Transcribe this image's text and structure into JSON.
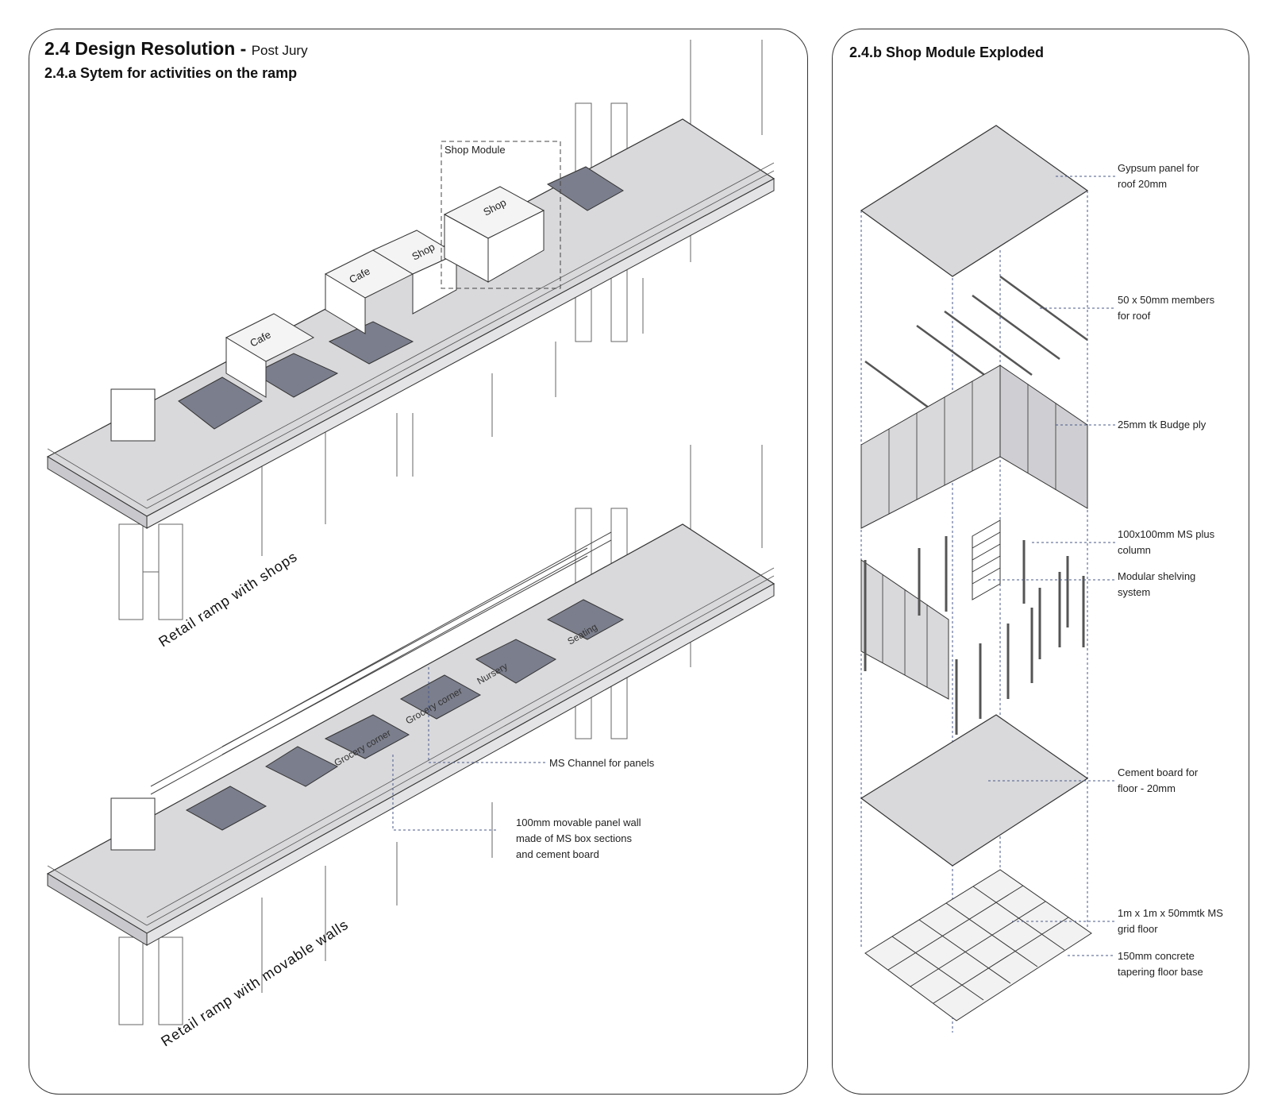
{
  "left_panel": {
    "title": "2.4 Design Resolution -",
    "title_suffix": "Post Jury",
    "subtitle": "2.4.a Sytem for activities on the ramp",
    "top_ramp": {
      "caption": "Retail ramp with shops",
      "module_label": "Shop Module",
      "units": [
        "Cafe",
        "Cafe",
        "Shop",
        "Shop"
      ]
    },
    "bottom_ramp": {
      "caption": "Retail ramp with movable walls",
      "zones": [
        "Grocery corner",
        "Grocery corner",
        "Nursery",
        "Seating"
      ],
      "callout_channel": "MS Channel for panels",
      "callout_wall": [
        "100mm movable panel wall",
        "made of MS box sections",
        "and cement board"
      ]
    }
  },
  "right_panel": {
    "title": "2.4.b Shop Module Exploded",
    "labels": [
      [
        "Gypsum panel for",
        "roof 20mm"
      ],
      [
        "50 x 50mm members",
        "for roof"
      ],
      [
        "25mm tk Budge ply"
      ],
      [
        "100x100mm MS plus",
        "column"
      ],
      [
        "Modular shelving",
        "system"
      ],
      [
        "Cement board for",
        "floor - 20mm"
      ],
      [
        "1m x 1m x 50mmtk MS",
        "grid floor"
      ],
      [
        "150mm concrete",
        "tapering floor base"
      ]
    ]
  },
  "colors": {
    "deck": "#d9d9dc",
    "dark_floor": "#7b7e8c",
    "line": "#333333",
    "dash": "#4a5a8a"
  }
}
